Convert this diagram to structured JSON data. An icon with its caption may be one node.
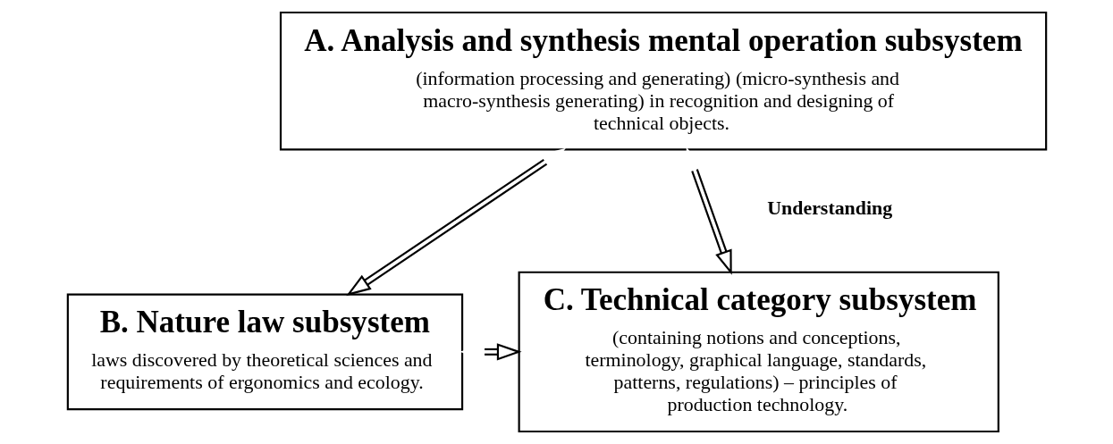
{
  "diagram": {
    "nodes": [
      {
        "text": [
          "A. Analysis and synthesis mental operation subsystem",
          "(information processing and generating) (micro-synthesis and macro-synthesis generating) in recognition and designing of technical objects."
        ]
      },
      {
        "text": [
          "B. Nature law subsystem",
          "laws discovered by theoretical sciences and requirements of ergonomics and ecology."
        ]
      },
      {
        "text": [
          "C. Technical category subsystem",
          "(containing notions and conceptions, terminology, graphical language, standards, patterns, regulations) – principles of production technology."
        ]
      }
    ],
    "edges": [
      {
        "from": 0,
        "to": 1,
        "arrow": "both"
      },
      {
        "from": 0,
        "to": 2,
        "arrow": "both"
      },
      {
        "from": 1,
        "to": 2,
        "arrow": "both"
      }
    ],
    "labels": [
      "Understanding"
    ]
  }
}
